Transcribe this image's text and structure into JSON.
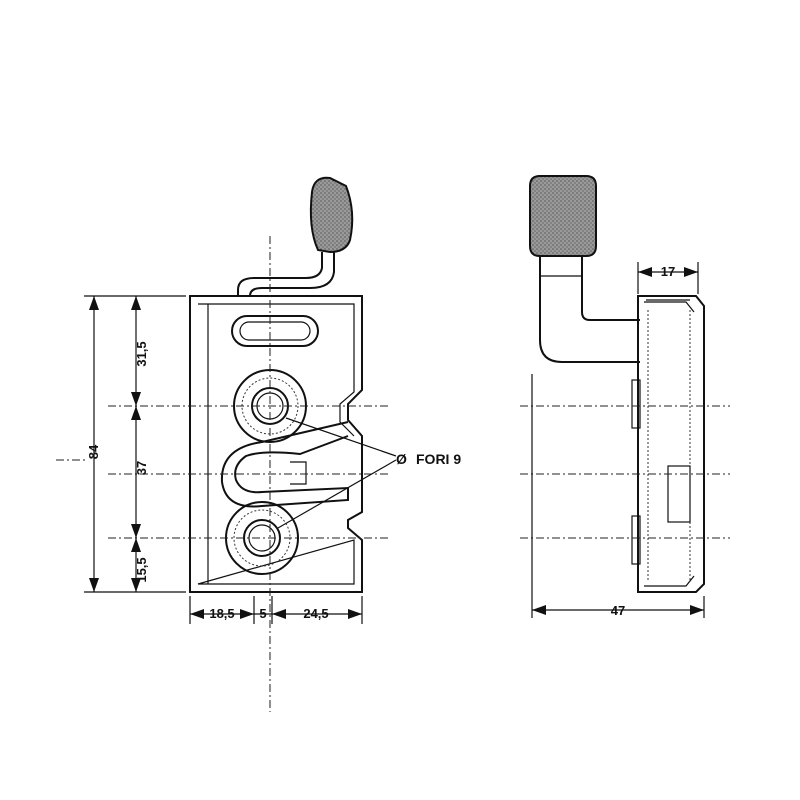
{
  "colors": {
    "ink": "#111111",
    "knob_fill": "#7a7a7a",
    "background": "#ffffff"
  },
  "front_view": {
    "height_total": "84",
    "upper_offset": "31,5",
    "hole_spacing": "37",
    "lower_offset": "15,5",
    "width_left": "18,5",
    "width_mid": "5",
    "width_right": "24,5"
  },
  "callout": {
    "symbol": "Ø",
    "text": "FORI 9"
  },
  "side_view": {
    "depth_top": "17",
    "width_total": "47"
  }
}
